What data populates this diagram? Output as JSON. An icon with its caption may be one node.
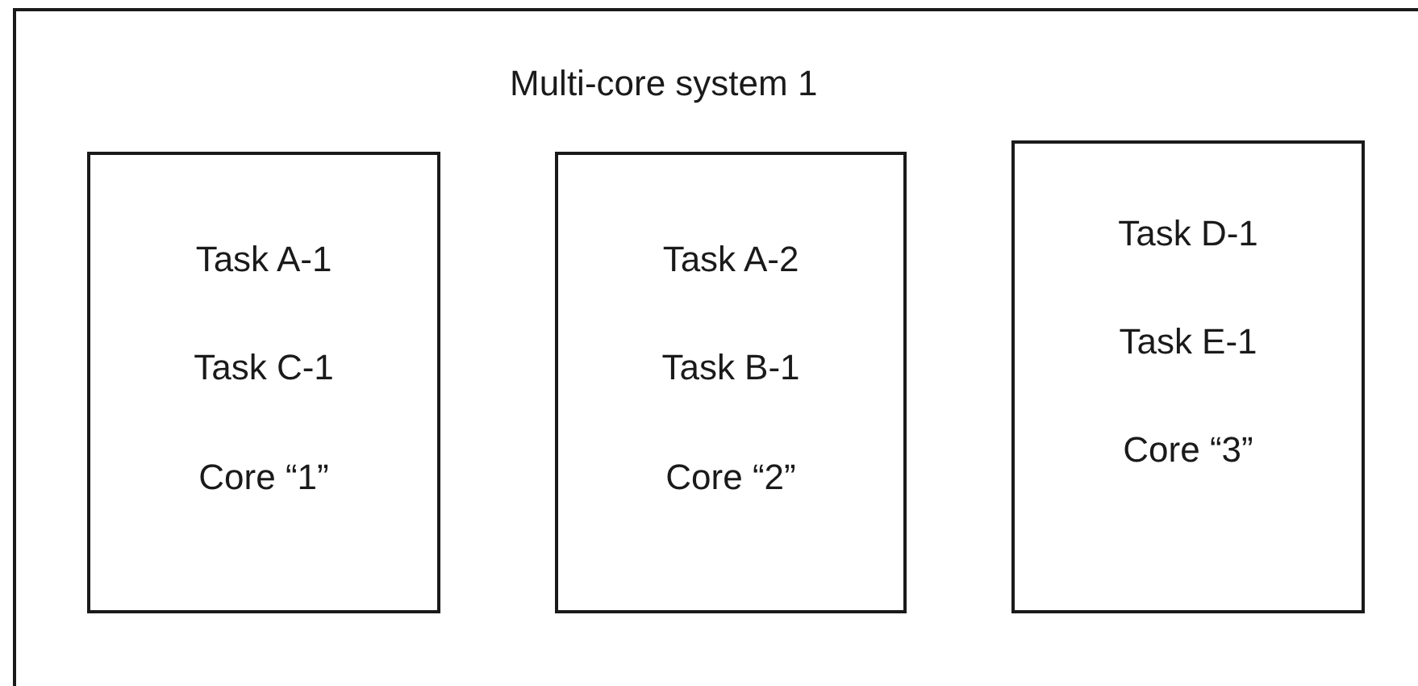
{
  "diagram": {
    "nodes": [
      {
        "text": [
          "Multi-core system 1"
        ]
      },
      {
        "text": [
          "Task A-1",
          "Task C-1",
          "Core “1”"
        ],
        "in": 0
      },
      {
        "text": [
          "Task A-2",
          "Task B-1",
          "Core “2”"
        ],
        "in": 0
      },
      {
        "text": [
          "Task D-1",
          "Task E-1",
          "Core “3”"
        ],
        "in": 0
      }
    ]
  }
}
